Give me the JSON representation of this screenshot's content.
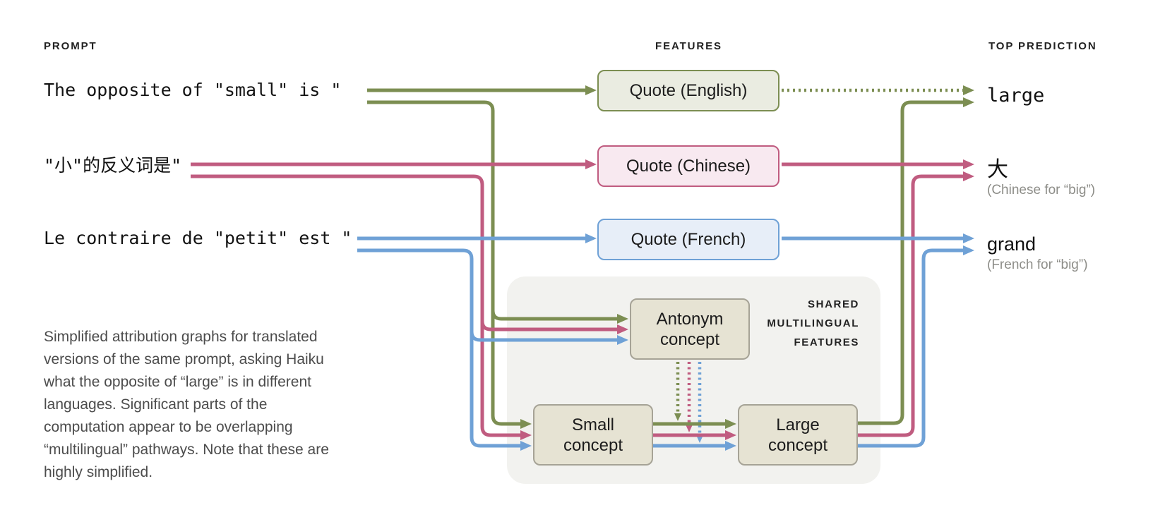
{
  "colors": {
    "green": "#7c8e52",
    "pink": "#c05c80",
    "blue": "#6fa1d6",
    "greenBg": "#eaece1",
    "pinkBg": "#f8e9f0",
    "blueBg": "#e7eef8",
    "tanBg": "#e6e3d3",
    "tanBorder": "#a6a396",
    "panel": "#f2f2ef",
    "muted": "#8d8d88",
    "caption": "#4c4c4c"
  },
  "headers": {
    "prompt": "PROMPT",
    "features": "FEATURES",
    "top_prediction": "TOP PREDICTION"
  },
  "prompts": [
    {
      "lang": "english",
      "text": "The opposite of \"small\" is \""
    },
    {
      "lang": "chinese",
      "text": "\"小\"的反义词是\""
    },
    {
      "lang": "french",
      "text": "Le contraire de \"petit\" est \""
    }
  ],
  "features": [
    {
      "label": "Quote (English)"
    },
    {
      "label": "Quote (Chinese)"
    },
    {
      "label": "Quote (French)"
    }
  ],
  "shared": {
    "label": "SHARED\nMULTILINGUAL\nFEATURES",
    "concepts": [
      {
        "label": "Antonym\nconcept"
      },
      {
        "label": "Small\nconcept"
      },
      {
        "label": "Large\nconcept"
      }
    ]
  },
  "predictions": [
    {
      "word": "large",
      "note": ""
    },
    {
      "word": "大",
      "note": "(Chinese for “big”)"
    },
    {
      "word": "grand",
      "note": "(French for “big”)"
    }
  ],
  "caption": "Simplified attribution graphs for translated\nversions of the same prompt, asking Haiku\nwhat the opposite of “large” is in different\nlanguages. Significant parts of the\ncomputation appear to be overlapping\n“multilingual” pathways. Note that these are\nhighly simplified."
}
